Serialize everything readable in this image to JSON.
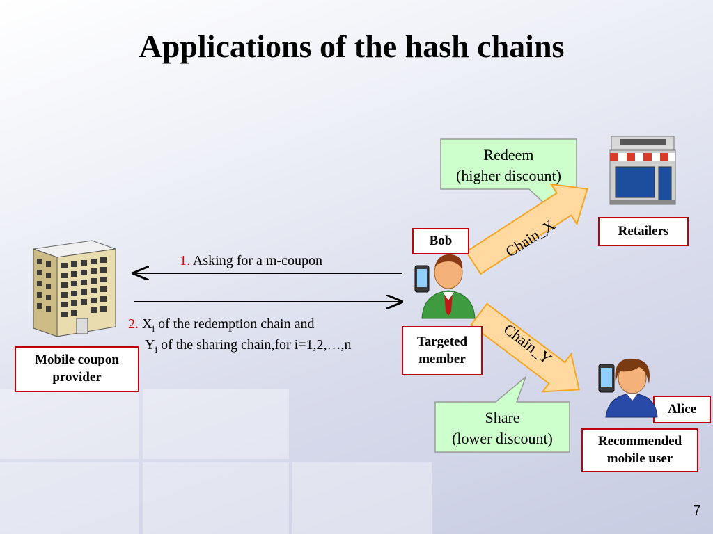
{
  "slide": {
    "title": "Applications of the hash chains",
    "page_number": "7"
  },
  "nodes": {
    "provider_label": "Mobile coupon provider",
    "bob_name": "Bob",
    "bob_role": "Targeted member",
    "retailers_label": "Retailers",
    "alice_name": "Alice",
    "alice_role": "Recommended mobile user"
  },
  "messages": {
    "msg1_number": "1.",
    "msg1_text": "Asking for a m-coupon",
    "msg2_number": "2.",
    "msg2_line1_prefix": "X",
    "msg2_line1_sub": "i",
    "msg2_line1_text": "of the redemption chain and",
    "msg2_line2_prefix": "Y",
    "msg2_line2_sub": "i",
    "msg2_line2_text": "of the sharing chain,for i=1,2,…,n"
  },
  "arrows": {
    "chain_x": "Chain_X",
    "chain_y": "Chain_Y"
  },
  "callouts": {
    "redeem_line1": "Redeem",
    "redeem_line2": "(higher discount)",
    "share_line1": "Share",
    "share_line2": "(lower discount)"
  },
  "colors": {
    "box_border": "#c0000c",
    "callout_fill": "#ccffcc",
    "arrow_fill": "#ffd9a0",
    "arrow_stroke": "#f5a623",
    "number_red": "#e00000"
  }
}
